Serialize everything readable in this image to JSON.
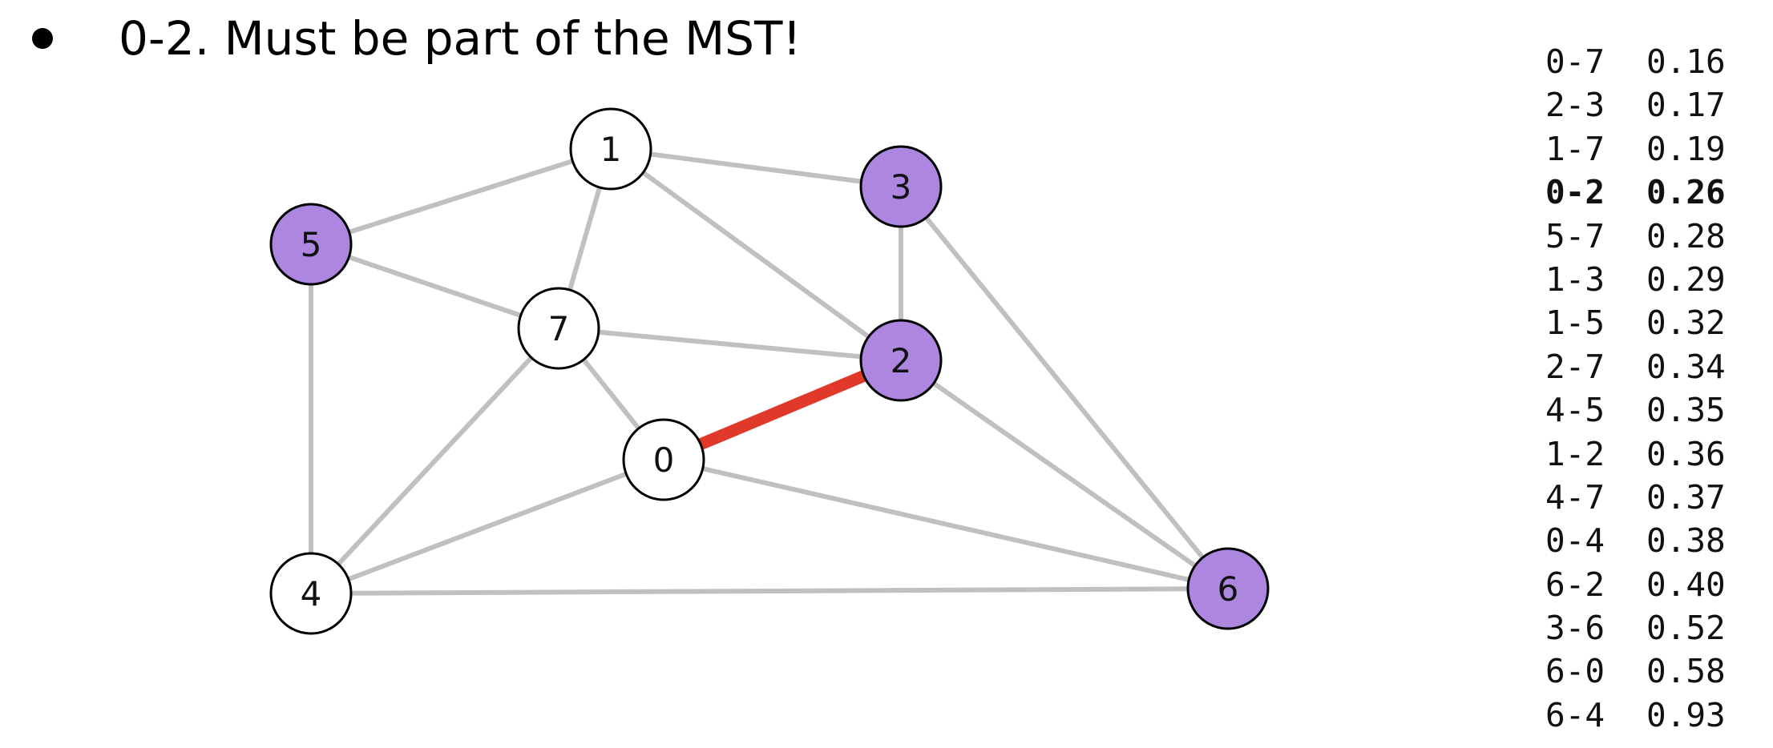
{
  "bullet": {
    "text": "0-2. Must be part of the MST!"
  },
  "colors": {
    "highlight_edge": "#e0392a",
    "marked_node": "#ad86e0",
    "plain_node": "#ffffff",
    "edge": "#c0c0c0"
  },
  "graph": {
    "nodes": [
      {
        "id": "0",
        "label": "0",
        "marked": false
      },
      {
        "id": "1",
        "label": "1",
        "marked": false
      },
      {
        "id": "2",
        "label": "2",
        "marked": true
      },
      {
        "id": "3",
        "label": "3",
        "marked": true
      },
      {
        "id": "4",
        "label": "4",
        "marked": false
      },
      {
        "id": "5",
        "label": "5",
        "marked": true
      },
      {
        "id": "6",
        "label": "6",
        "marked": true
      },
      {
        "id": "7",
        "label": "7",
        "marked": false
      }
    ],
    "edges": [
      {
        "from": "0",
        "to": "7",
        "highlight": false
      },
      {
        "from": "2",
        "to": "3",
        "highlight": false
      },
      {
        "from": "1",
        "to": "7",
        "highlight": false
      },
      {
        "from": "0",
        "to": "2",
        "highlight": true
      },
      {
        "from": "5",
        "to": "7",
        "highlight": false
      },
      {
        "from": "1",
        "to": "3",
        "highlight": false
      },
      {
        "from": "1",
        "to": "5",
        "highlight": false
      },
      {
        "from": "2",
        "to": "7",
        "highlight": false
      },
      {
        "from": "4",
        "to": "5",
        "highlight": false
      },
      {
        "from": "1",
        "to": "2",
        "highlight": false
      },
      {
        "from": "4",
        "to": "7",
        "highlight": false
      },
      {
        "from": "0",
        "to": "4",
        "highlight": false
      },
      {
        "from": "6",
        "to": "2",
        "highlight": false
      },
      {
        "from": "3",
        "to": "6",
        "highlight": false
      },
      {
        "from": "6",
        "to": "0",
        "highlight": false
      },
      {
        "from": "6",
        "to": "4",
        "highlight": false
      }
    ]
  },
  "edge_list": [
    {
      "edge": "0-7",
      "weight": "0.16",
      "bold": false
    },
    {
      "edge": "2-3",
      "weight": "0.17",
      "bold": false
    },
    {
      "edge": "1-7",
      "weight": "0.19",
      "bold": false
    },
    {
      "edge": "0-2",
      "weight": "0.26",
      "bold": true
    },
    {
      "edge": "5-7",
      "weight": "0.28",
      "bold": false
    },
    {
      "edge": "1-3",
      "weight": "0.29",
      "bold": false
    },
    {
      "edge": "1-5",
      "weight": "0.32",
      "bold": false
    },
    {
      "edge": "2-7",
      "weight": "0.34",
      "bold": false
    },
    {
      "edge": "4-5",
      "weight": "0.35",
      "bold": false
    },
    {
      "edge": "1-2",
      "weight": "0.36",
      "bold": false
    },
    {
      "edge": "4-7",
      "weight": "0.37",
      "bold": false
    },
    {
      "edge": "0-4",
      "weight": "0.38",
      "bold": false
    },
    {
      "edge": "6-2",
      "weight": "0.40",
      "bold": false
    },
    {
      "edge": "3-6",
      "weight": "0.52",
      "bold": false
    },
    {
      "edge": "6-0",
      "weight": "0.58",
      "bold": false
    },
    {
      "edge": "6-4",
      "weight": "0.93",
      "bold": false
    }
  ]
}
